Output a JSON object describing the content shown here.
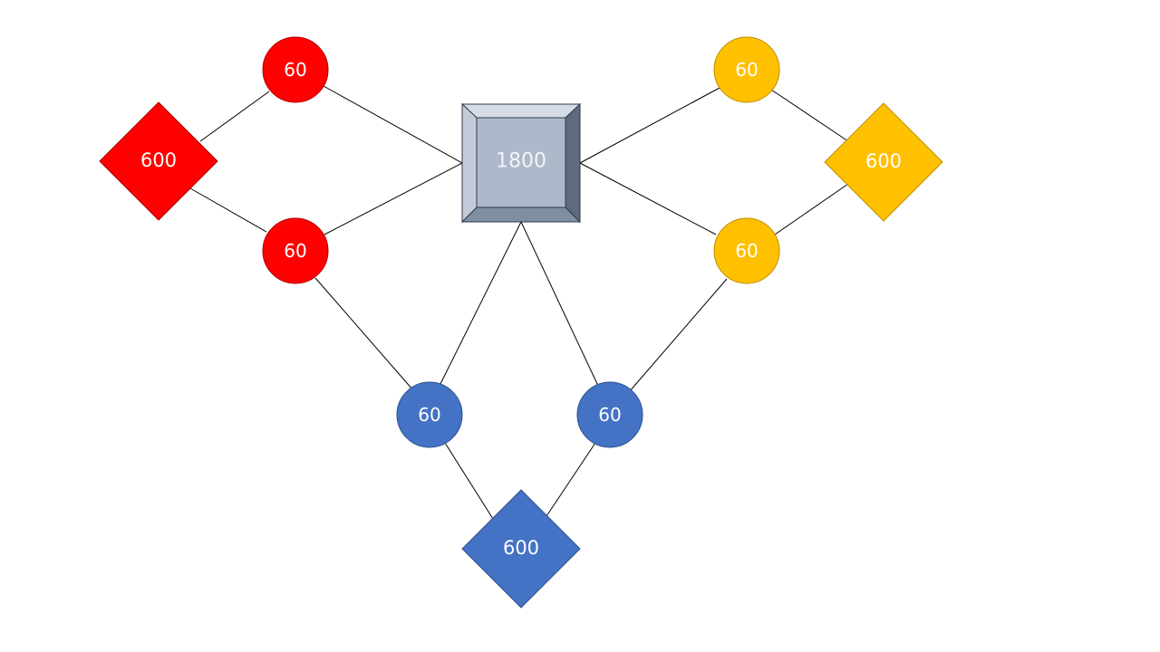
{
  "center": {
    "label": "1800"
  },
  "red": {
    "color": "#ff0000",
    "border": "#b00000",
    "circle_top": {
      "label": "60"
    },
    "circle_bottom": {
      "label": "60"
    },
    "diamond": {
      "label": "600"
    }
  },
  "yellow": {
    "color": "#ffc000",
    "border": "#c08f00",
    "circle_top": {
      "label": "60"
    },
    "circle_bottom": {
      "label": "60"
    },
    "diamond": {
      "label": "600"
    }
  },
  "blue": {
    "color": "#4472c4",
    "border": "#2f528f",
    "circle_left": {
      "label": "60"
    },
    "circle_right": {
      "label": "60"
    },
    "diamond": {
      "label": "600"
    }
  },
  "center_colors": {
    "face": "#adb9ca",
    "top": "#d6dce5",
    "left": "#c3cbd8",
    "right": "#5f6b7c",
    "bottom": "#7f8ea3"
  }
}
